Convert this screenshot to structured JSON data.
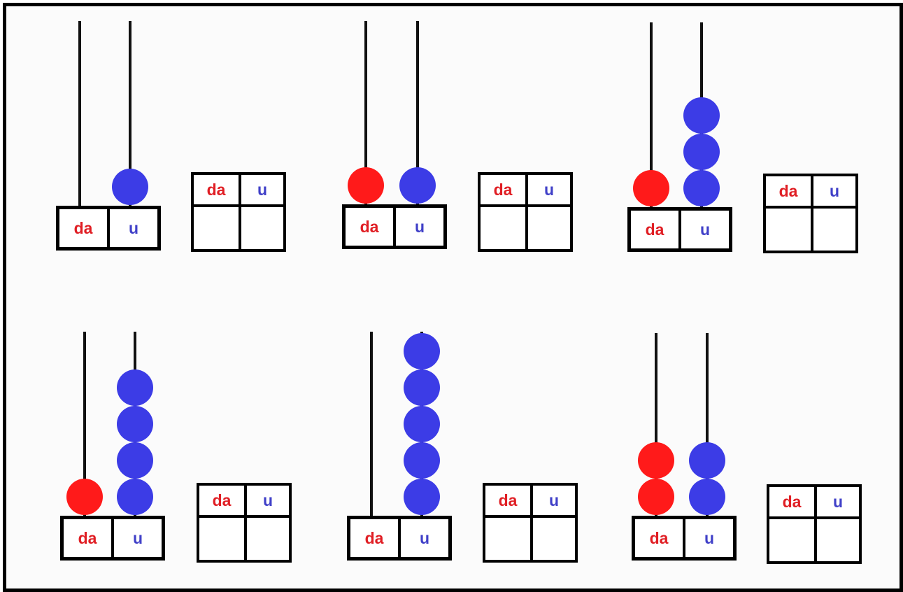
{
  "labels": {
    "tens": "da",
    "units": "u"
  },
  "colors": {
    "tens_bead": "#ff1a1a",
    "units_bead": "#3c3ce6",
    "tens_text": "#e01e24",
    "units_text": "#4040c8"
  },
  "exercises": [
    {
      "tens": 0,
      "units": 1
    },
    {
      "tens": 1,
      "units": 1
    },
    {
      "tens": 1,
      "units": 3
    },
    {
      "tens": 1,
      "units": 4
    },
    {
      "tens": 0,
      "units": 5
    },
    {
      "tens": 2,
      "units": 2
    }
  ]
}
